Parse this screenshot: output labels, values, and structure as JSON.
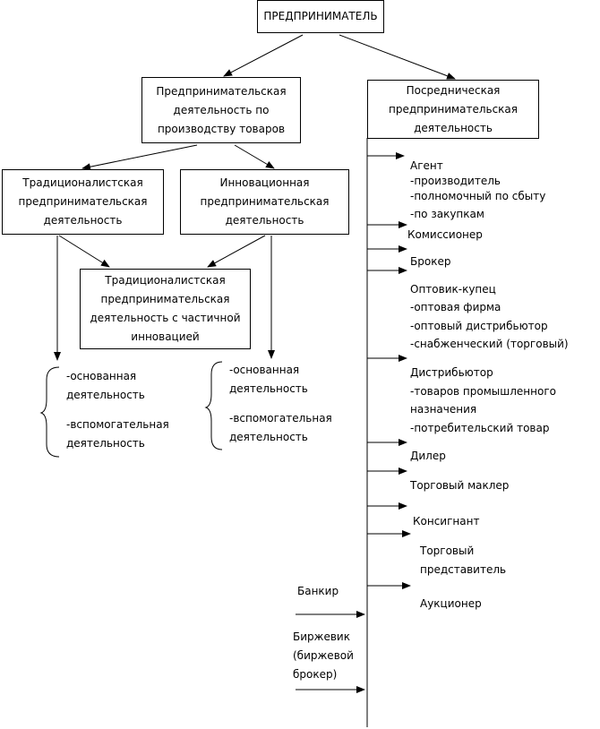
{
  "root": "ПРЕДПРИНИМАТЕЛЬ",
  "production": "Предпринимательская\nдеятельность по\nпроизводству товаров",
  "intermediary": "Посредническая\nпредпринимательская\nдеятельность",
  "traditional": "Традиционалистская\nпредпринимательская\nдеятельность",
  "innovative": "Инновационная\nпредпринимательская\nдеятельность",
  "mixed": "Традиционалистская\nпредпринимательская\nдеятельность с частичной\nинновацией",
  "left_brace": {
    "main": "-основанная\nдеятельность",
    "aux": "-вспомогательная\nдеятельность"
  },
  "mid_brace": {
    "main": "-основанная\nдеятельность",
    "aux": "-вспомогательная\nдеятельность"
  },
  "agents": [
    {
      "title": "Агент",
      "items": [
        "-производитель",
        "-полномочный по сбыту",
        "-по закупкам"
      ]
    },
    {
      "title": "Комиссионер",
      "items": []
    },
    {
      "title": "Брокер",
      "items": []
    },
    {
      "title": "Оптовик-купец",
      "items": [
        "-оптовая фирма",
        "-оптовый дистрибьютор",
        "-снабженческий (торговый)"
      ]
    },
    {
      "title": "Дистрибьютор",
      "items": [
        "-товаров промышленного",
        "назначения",
        "-потребительский товар"
      ]
    },
    {
      "title": "Дилер",
      "items": []
    },
    {
      "title": "Торговый маклер",
      "items": []
    },
    {
      "title": "Консигнант",
      "items": []
    },
    {
      "title": "Торговый\nпредставитель",
      "items": []
    },
    {
      "title": "Аукционер",
      "items": []
    }
  ],
  "bankir": "Банкир",
  "birzhevik": "Биржевик\n(биржевой\nброкер)"
}
